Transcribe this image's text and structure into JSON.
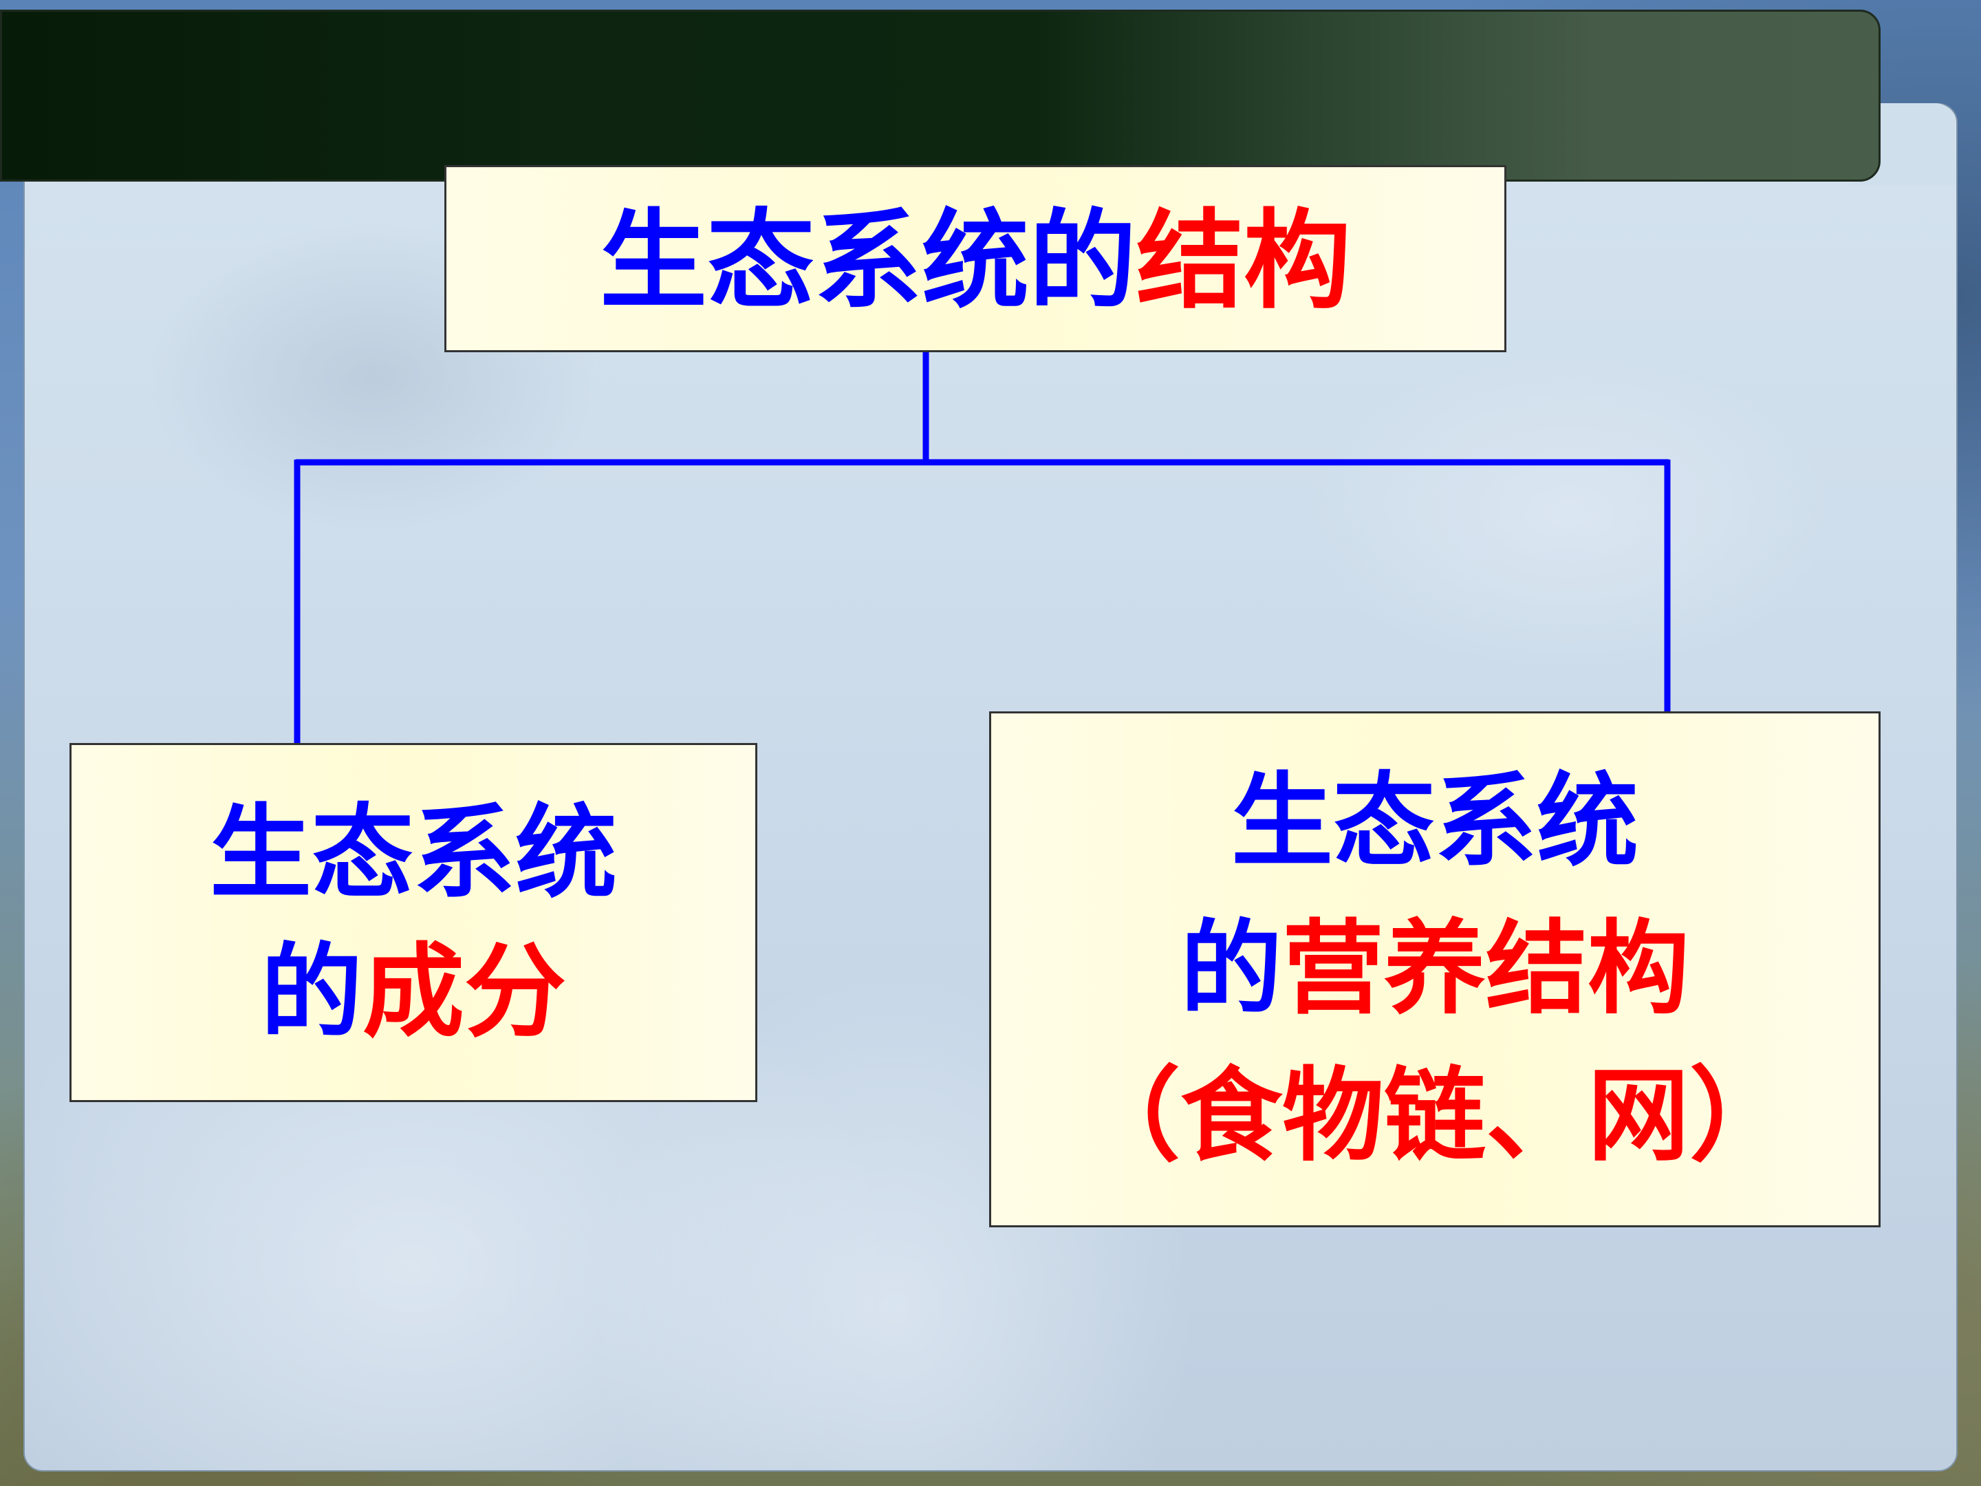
{
  "root": {
    "part1": "生态系统的",
    "part2": "结构"
  },
  "left": {
    "line1": "生态系统",
    "line2_blue": "的",
    "line2_red": "成分"
  },
  "right": {
    "line1": "生态系统",
    "line2_blue": "的",
    "line2_red": "营养结构",
    "line3": "（食物链、网）"
  },
  "colors": {
    "blue_text": "#0000ff",
    "red_text": "#ff0000",
    "box_fill": "#fffbd4",
    "connector": "#0000ff",
    "title_bar": "#0d2610"
  }
}
